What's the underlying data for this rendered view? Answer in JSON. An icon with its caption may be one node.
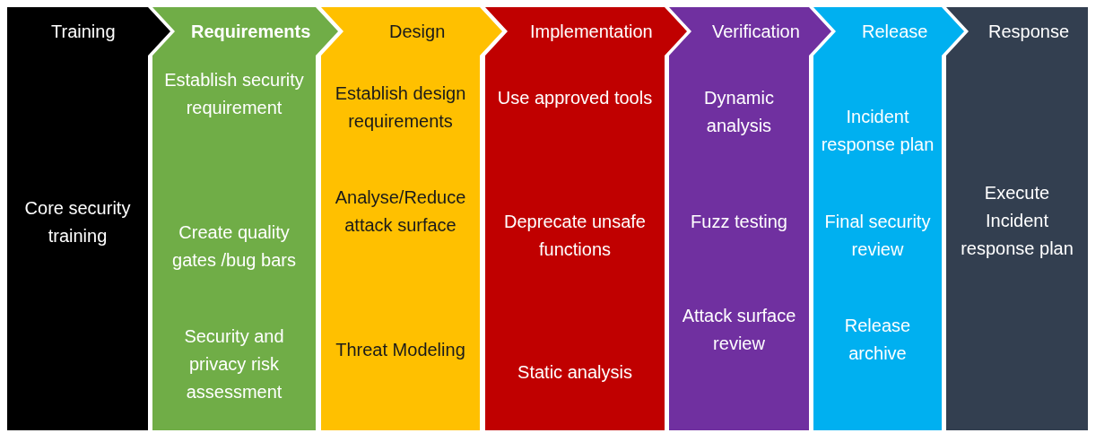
{
  "diagram": {
    "nodes": [
      {
        "text": [
          "Training"
        ]
      },
      {
        "text": [
          "Core security training"
        ],
        "in": 0
      },
      {
        "text": [
          "Requirements"
        ]
      },
      {
        "text": [
          "Establish security requirement"
        ],
        "in": 2
      },
      {
        "text": [
          "Create quality gates /bug bars"
        ],
        "in": 2
      },
      {
        "text": [
          "Security and privacy risk assessment"
        ],
        "in": 2
      },
      {
        "text": [
          "Design"
        ]
      },
      {
        "text": [
          "Establish design requirements"
        ],
        "in": 6
      },
      {
        "text": [
          "Analyse/Reduce attack surface"
        ],
        "in": 6
      },
      {
        "text": [
          "Threat Modeling"
        ],
        "in": 6
      },
      {
        "text": [
          "Implementation"
        ]
      },
      {
        "text": [
          "Use approved tools"
        ],
        "in": 10
      },
      {
        "text": [
          "Deprecate unsafe functions"
        ],
        "in": 10
      },
      {
        "text": [
          "Static analysis"
        ],
        "in": 10
      },
      {
        "text": [
          "Verification"
        ]
      },
      {
        "text": [
          "Dynamic analysis"
        ],
        "in": 14
      },
      {
        "text": [
          "Fuzz testing"
        ],
        "in": 14
      },
      {
        "text": [
          "Attack surface review"
        ],
        "in": 14
      },
      {
        "text": [
          "Release"
        ]
      },
      {
        "text": [
          "Incident response plan"
        ],
        "in": 18
      },
      {
        "text": [
          "Final security review"
        ],
        "in": 18
      },
      {
        "text": [
          "Release archive"
        ],
        "in": 18
      },
      {
        "text": [
          "Response"
        ]
      },
      {
        "text": [
          "Execute Incident response plan"
        ],
        "in": 22
      }
    ]
  }
}
